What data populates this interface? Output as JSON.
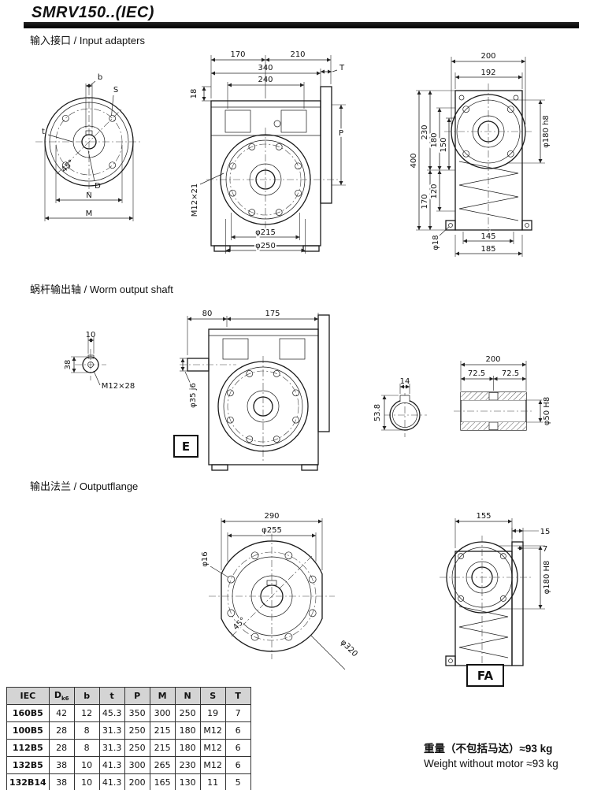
{
  "page": {
    "title": "SMRV150..(IEC)",
    "weight_line_cn": "重量（不包括马达）≈93 kg",
    "weight_line_en": "Weight without motor ≈93 kg"
  },
  "sections": {
    "input_adapters": "输入接口 / Input adapters",
    "worm_output_shaft": "蜗杆输出轴 / Worm output shaft",
    "output_flange": "输出法兰 / Outputflange"
  },
  "view_labels": {
    "e": "E",
    "fa": "FA"
  },
  "dims": {
    "input_front": {
      "b": "b",
      "s": "S",
      "t": "t",
      "d": "D",
      "n": "N",
      "m": "M",
      "angle": "45°"
    },
    "input_side": {
      "w170": "170",
      "w210": "210",
      "w340": "340",
      "w240": "240",
      "h18": "18",
      "t": "T",
      "p": "P",
      "thread": "M12×21",
      "phi215": "φ215",
      "phi250": "φ250"
    },
    "input_rear": {
      "w200": "200",
      "w192": "192",
      "h400": "400",
      "h230": "230",
      "h180": "180",
      "h150": "150",
      "h170": "170",
      "h120": "120",
      "phi180": "φ180 h8",
      "phi18": "φ18",
      "w145": "145",
      "w185": "185"
    },
    "shaft_end": {
      "h38": "38",
      "w10": "10",
      "thread": "M12×28"
    },
    "shaft_side": {
      "w80": "80",
      "w175": "175",
      "phi35": "φ35 j6"
    },
    "bore_end": {
      "h53": "53.8",
      "w14": "14"
    },
    "shaft_section": {
      "w200": "200",
      "w72a": "72.5",
      "w72b": "72.5",
      "phi50": "φ50 H8"
    },
    "flange_front": {
      "w290": "290",
      "phi255": "φ255",
      "phi16": "φ16",
      "phi320": "φ320",
      "angle": "45°"
    },
    "flange_side": {
      "w155": "155",
      "t15": "15",
      "t7": "7",
      "phi180": "φ180 H8"
    }
  },
  "table": {
    "headers": [
      "IEC",
      "D",
      "b",
      "t",
      "P",
      "M",
      "N",
      "S",
      "T"
    ],
    "d_sub": "k6",
    "rows": [
      [
        "160B5",
        "42",
        "12",
        "45.3",
        "350",
        "300",
        "250",
        "19",
        "7"
      ],
      [
        "100B5",
        "28",
        "8",
        "31.3",
        "250",
        "215",
        "180",
        "M12",
        "6"
      ],
      [
        "112B5",
        "28",
        "8",
        "31.3",
        "250",
        "215",
        "180",
        "M12",
        "6"
      ],
      [
        "132B5",
        "38",
        "10",
        "41.3",
        "300",
        "265",
        "230",
        "M12",
        "6"
      ],
      [
        "132B14",
        "38",
        "10",
        "41.3",
        "200",
        "165",
        "130",
        "11",
        "5"
      ]
    ]
  }
}
